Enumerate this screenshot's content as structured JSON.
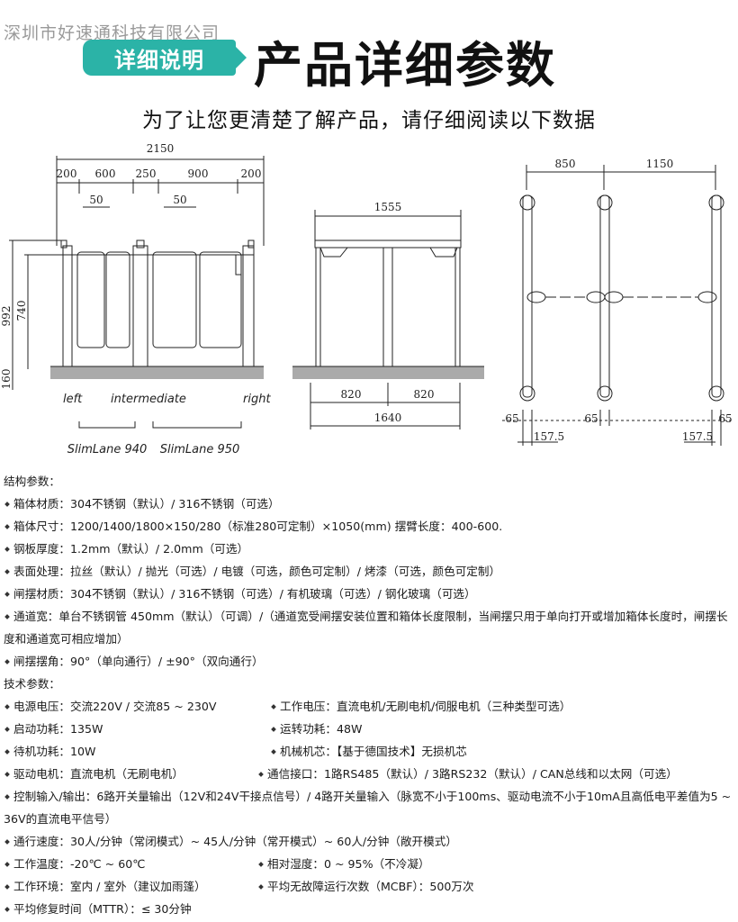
{
  "watermark": "深圳市好速通科技有限公司",
  "header": {
    "badge": "详细说明",
    "title": "产品详细参数",
    "subtitle": "为了让您更清楚了解产品，请仔细阅读以下数据"
  },
  "drawing_left": {
    "dims": [
      "2150",
      "200",
      "600",
      "250",
      "900",
      "200",
      "50",
      "50",
      "992",
      "740",
      "160"
    ],
    "labels": [
      "left",
      "intermediate",
      "right",
      "SlimLane 940",
      "SlimLane 950"
    ]
  },
  "drawing_mid": {
    "dims": [
      "1555",
      "820",
      "820",
      "1640"
    ]
  },
  "drawing_right": {
    "dims": [
      "850",
      "1150",
      "65",
      "65",
      "157.5",
      "65",
      "157.5"
    ]
  },
  "structure": {
    "heading": "结构参数：",
    "items": [
      "箱体材质：304不锈钢（默认）/ 316不锈钢（可选）",
      "箱体尺寸：1200/1400/1800×150/280（标准280可定制）×1050(mm)  摆臂长度：400-600.",
      "钢板厚度：1.2mm（默认）/ 2.0mm（可选）",
      "表面处理：拉丝（默认）/ 抛光（可选）/ 电镀（可选，颜色可定制）/ 烤漆（可选，颜色可定制）",
      "闸摆材质：304不锈钢（默认）/ 316不锈钢（可选）/ 有机玻璃（可选）/ 钢化玻璃（可选）",
      "通道宽：单台不锈钢管 450mm（默认）（可调）/（通道宽受闸摆安装位置和箱体长度限制，当闸摆只用于单向打开或增加箱体长度时，闸摆长度和通道宽可相应增加）",
      "闸摆摆角：90°（单向通行）/ ±90°（双向通行）"
    ]
  },
  "technical": {
    "heading": "技术参数：",
    "pairs": [
      [
        "电源电压：交流220V / 交流85 ~ 230V",
        "工作电压：直流电机/无刷电机/伺服电机（三种类型可选）"
      ],
      [
        "启动功耗：135W",
        "运转功耗：48W"
      ],
      [
        "待机功耗：10W",
        "机械机芯：【基于德国技术】无损机芯"
      ],
      [
        "驱动电机：直流电机（无刷电机）",
        "通信接口：1路RS485（默认）/ 3路RS232（默认）/ CAN总线和以太网（可选）"
      ]
    ],
    "io": "控制输入/输出：6路开关量输出（12V和24V干接点信号）/ 4路开关量输入（脉宽不小于100ms、驱动电流不小于10mA且高低电平差值为5 ~ 36V的直流电平信号）",
    "speed": "通行速度：30人/分钟（常闭模式）~ 45人/分钟（常开模式）~ 60人/分钟（敞开模式）",
    "pairs2": [
      [
        "工作温度：-20℃ ~ 60℃",
        "相对湿度：0 ~ 95%（不冷凝）"
      ],
      [
        "工作环境：室内 / 室外（建议加雨篷）",
        "平均无故障运行次数（MCBF）：500万次"
      ]
    ],
    "mttr": "平均修复时间（MTTR）：≤ 30分钟"
  },
  "colors": {
    "badge": "#2bb3a7"
  }
}
